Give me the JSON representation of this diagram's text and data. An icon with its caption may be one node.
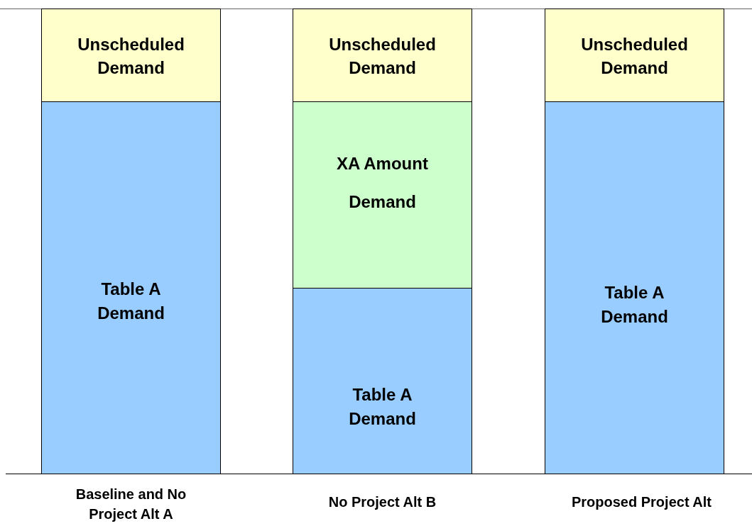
{
  "diagram": {
    "nodes": [
      {
        "text": [
          "Unscheduled Demand"
        ]
      },
      {
        "text": [
          "Table A Demand"
        ]
      },
      {
        "text": [
          "Unscheduled Demand"
        ]
      },
      {
        "text": [
          "XA Amount Demand"
        ]
      },
      {
        "text": [
          "Table A Demand"
        ]
      },
      {
        "text": [
          "Unscheduled Demand"
        ]
      },
      {
        "text": [
          "Table A Demand"
        ]
      }
    ],
    "edges": [],
    "labels": [
      "Baseline and No Project Alt A",
      "No Project Alt B",
      "Proposed Project Alt"
    ]
  }
}
